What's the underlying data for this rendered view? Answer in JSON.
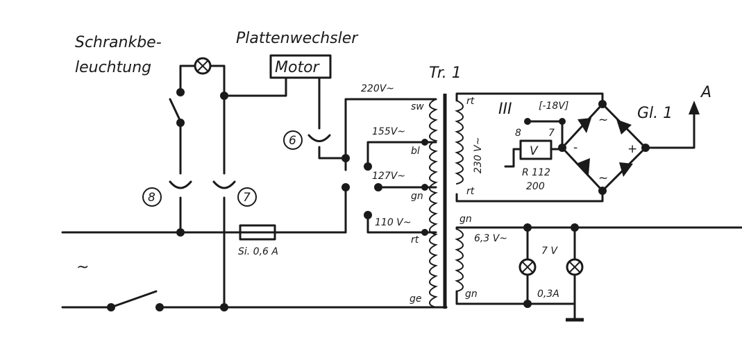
{
  "labels": {
    "schrank_line1": "Schrankbe-",
    "schrank_line2": "leuchtung",
    "plattenwechsler": "Plattenwechsler",
    "motor": "Motor",
    "tr1": "Tr. 1",
    "v220": "220V~",
    "v155": "155V~",
    "v127": "127V~",
    "v110": "110 V~",
    "sw": "sw",
    "bl": "bl",
    "gn_primary": "gn",
    "rt_primary": "rt",
    "ge": "ge",
    "rt_sec_top": "rt",
    "rt_sec_bottom": "rt",
    "v230": "230 V~",
    "roman3": "III",
    "minus18": "[-18V]",
    "pin8": "8",
    "pin7": "7",
    "relay_v": "V",
    "r112": "R 112",
    "r200": "200",
    "gl1": "Gl. 1",
    "out_a": "A",
    "ac_sym_top": "~",
    "ac_sym_bottom": "~",
    "minus_sym": "-",
    "plus_sym": "+",
    "gn_sec_top": "gn",
    "gn_sec_bottom": "gn",
    "v63": "6,3 V~",
    "v7": "7 V",
    "a03": "0,3A",
    "fuse": "Si. 0,6 A",
    "conn6": "6",
    "conn7": "7",
    "conn8": "8",
    "mains": "~"
  }
}
